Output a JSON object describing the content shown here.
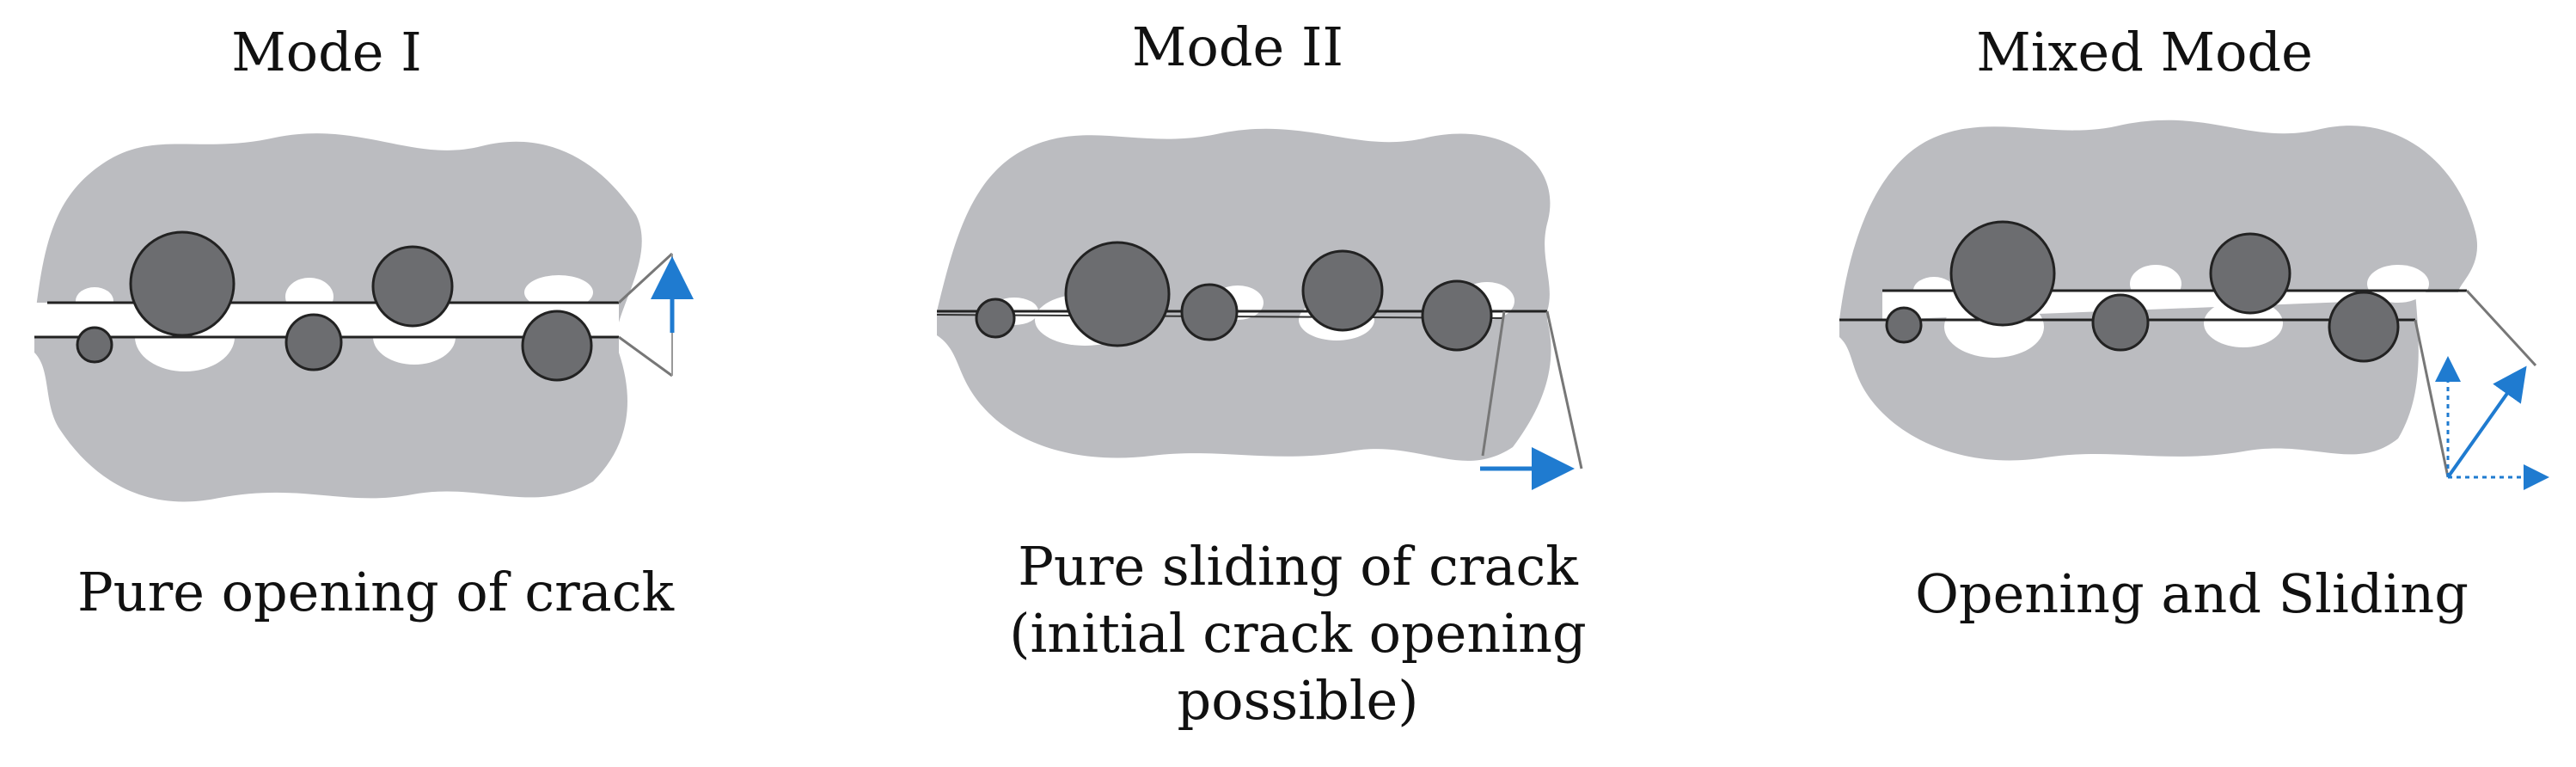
{
  "panels": [
    {
      "title": "Mode I",
      "caption_lines": [
        "Pure opening of crack"
      ]
    },
    {
      "title": "Mode II",
      "caption_lines": [
        "Pure sliding of crack",
        "(initial crack opening",
        "possible)"
      ]
    },
    {
      "title": "Mixed Mode",
      "caption_lines": [
        "Opening and Sliding"
      ]
    }
  ],
  "colors": {
    "matrix": "#bbbcc0",
    "aggregate": "#6c6d70",
    "void": "#ffffff",
    "arrow": "#1f7bd0",
    "outline": "#222222"
  }
}
